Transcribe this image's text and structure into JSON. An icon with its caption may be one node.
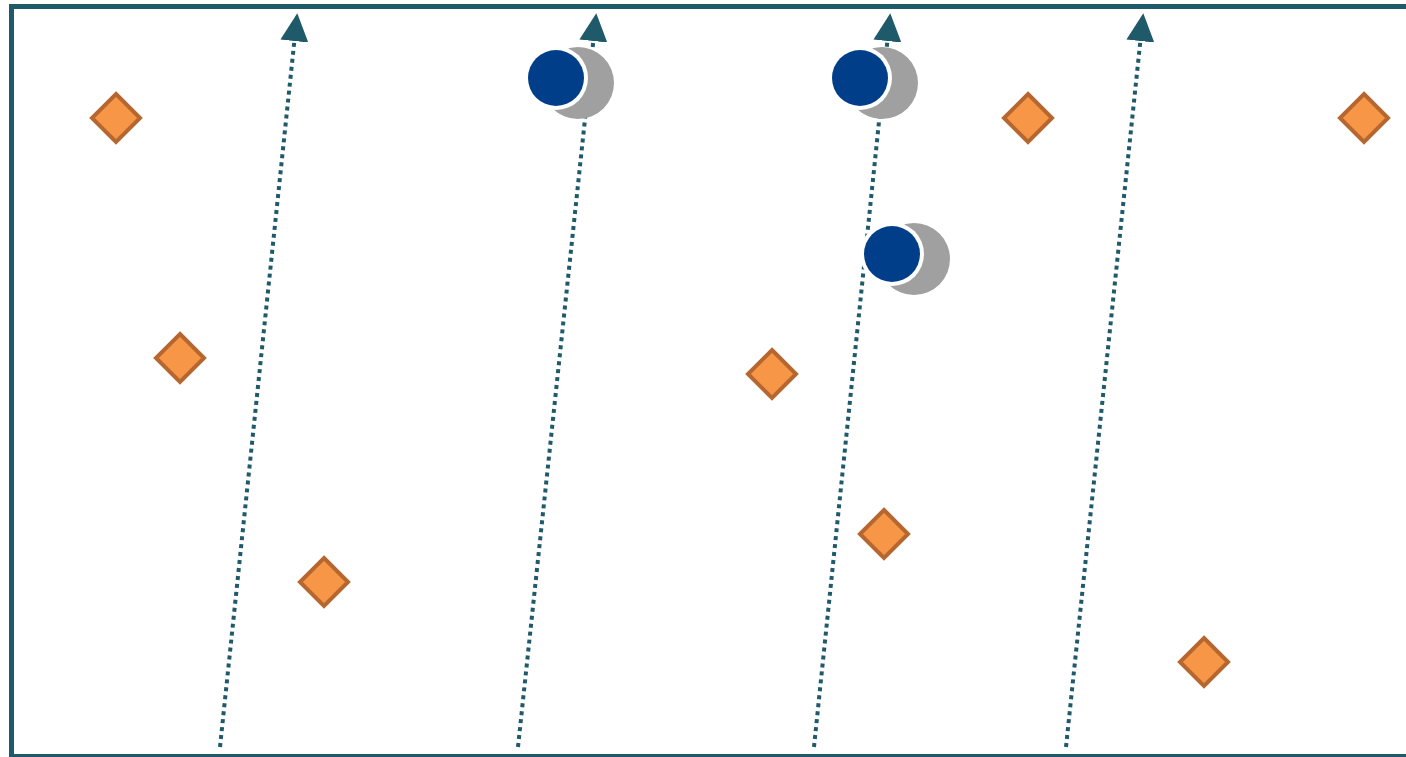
{
  "diagram": {
    "nodes": [
      {
        "text": [],
        "shape": "circle"
      },
      {
        "text": [],
        "shape": "circle"
      },
      {
        "text": [],
        "shape": "diamond"
      },
      {
        "text": [],
        "shape": "diamond"
      },
      {
        "text": [],
        "shape": "diamond"
      },
      {
        "text": [],
        "shape": "circle"
      },
      {
        "text": [],
        "shape": "diamond"
      },
      {
        "text": [],
        "shape": "diamond"
      },
      {
        "text": [],
        "shape": "diamond"
      },
      {
        "text": [],
        "shape": "diamond"
      },
      {
        "text": [],
        "shape": "diamond"
      }
    ]
  }
}
